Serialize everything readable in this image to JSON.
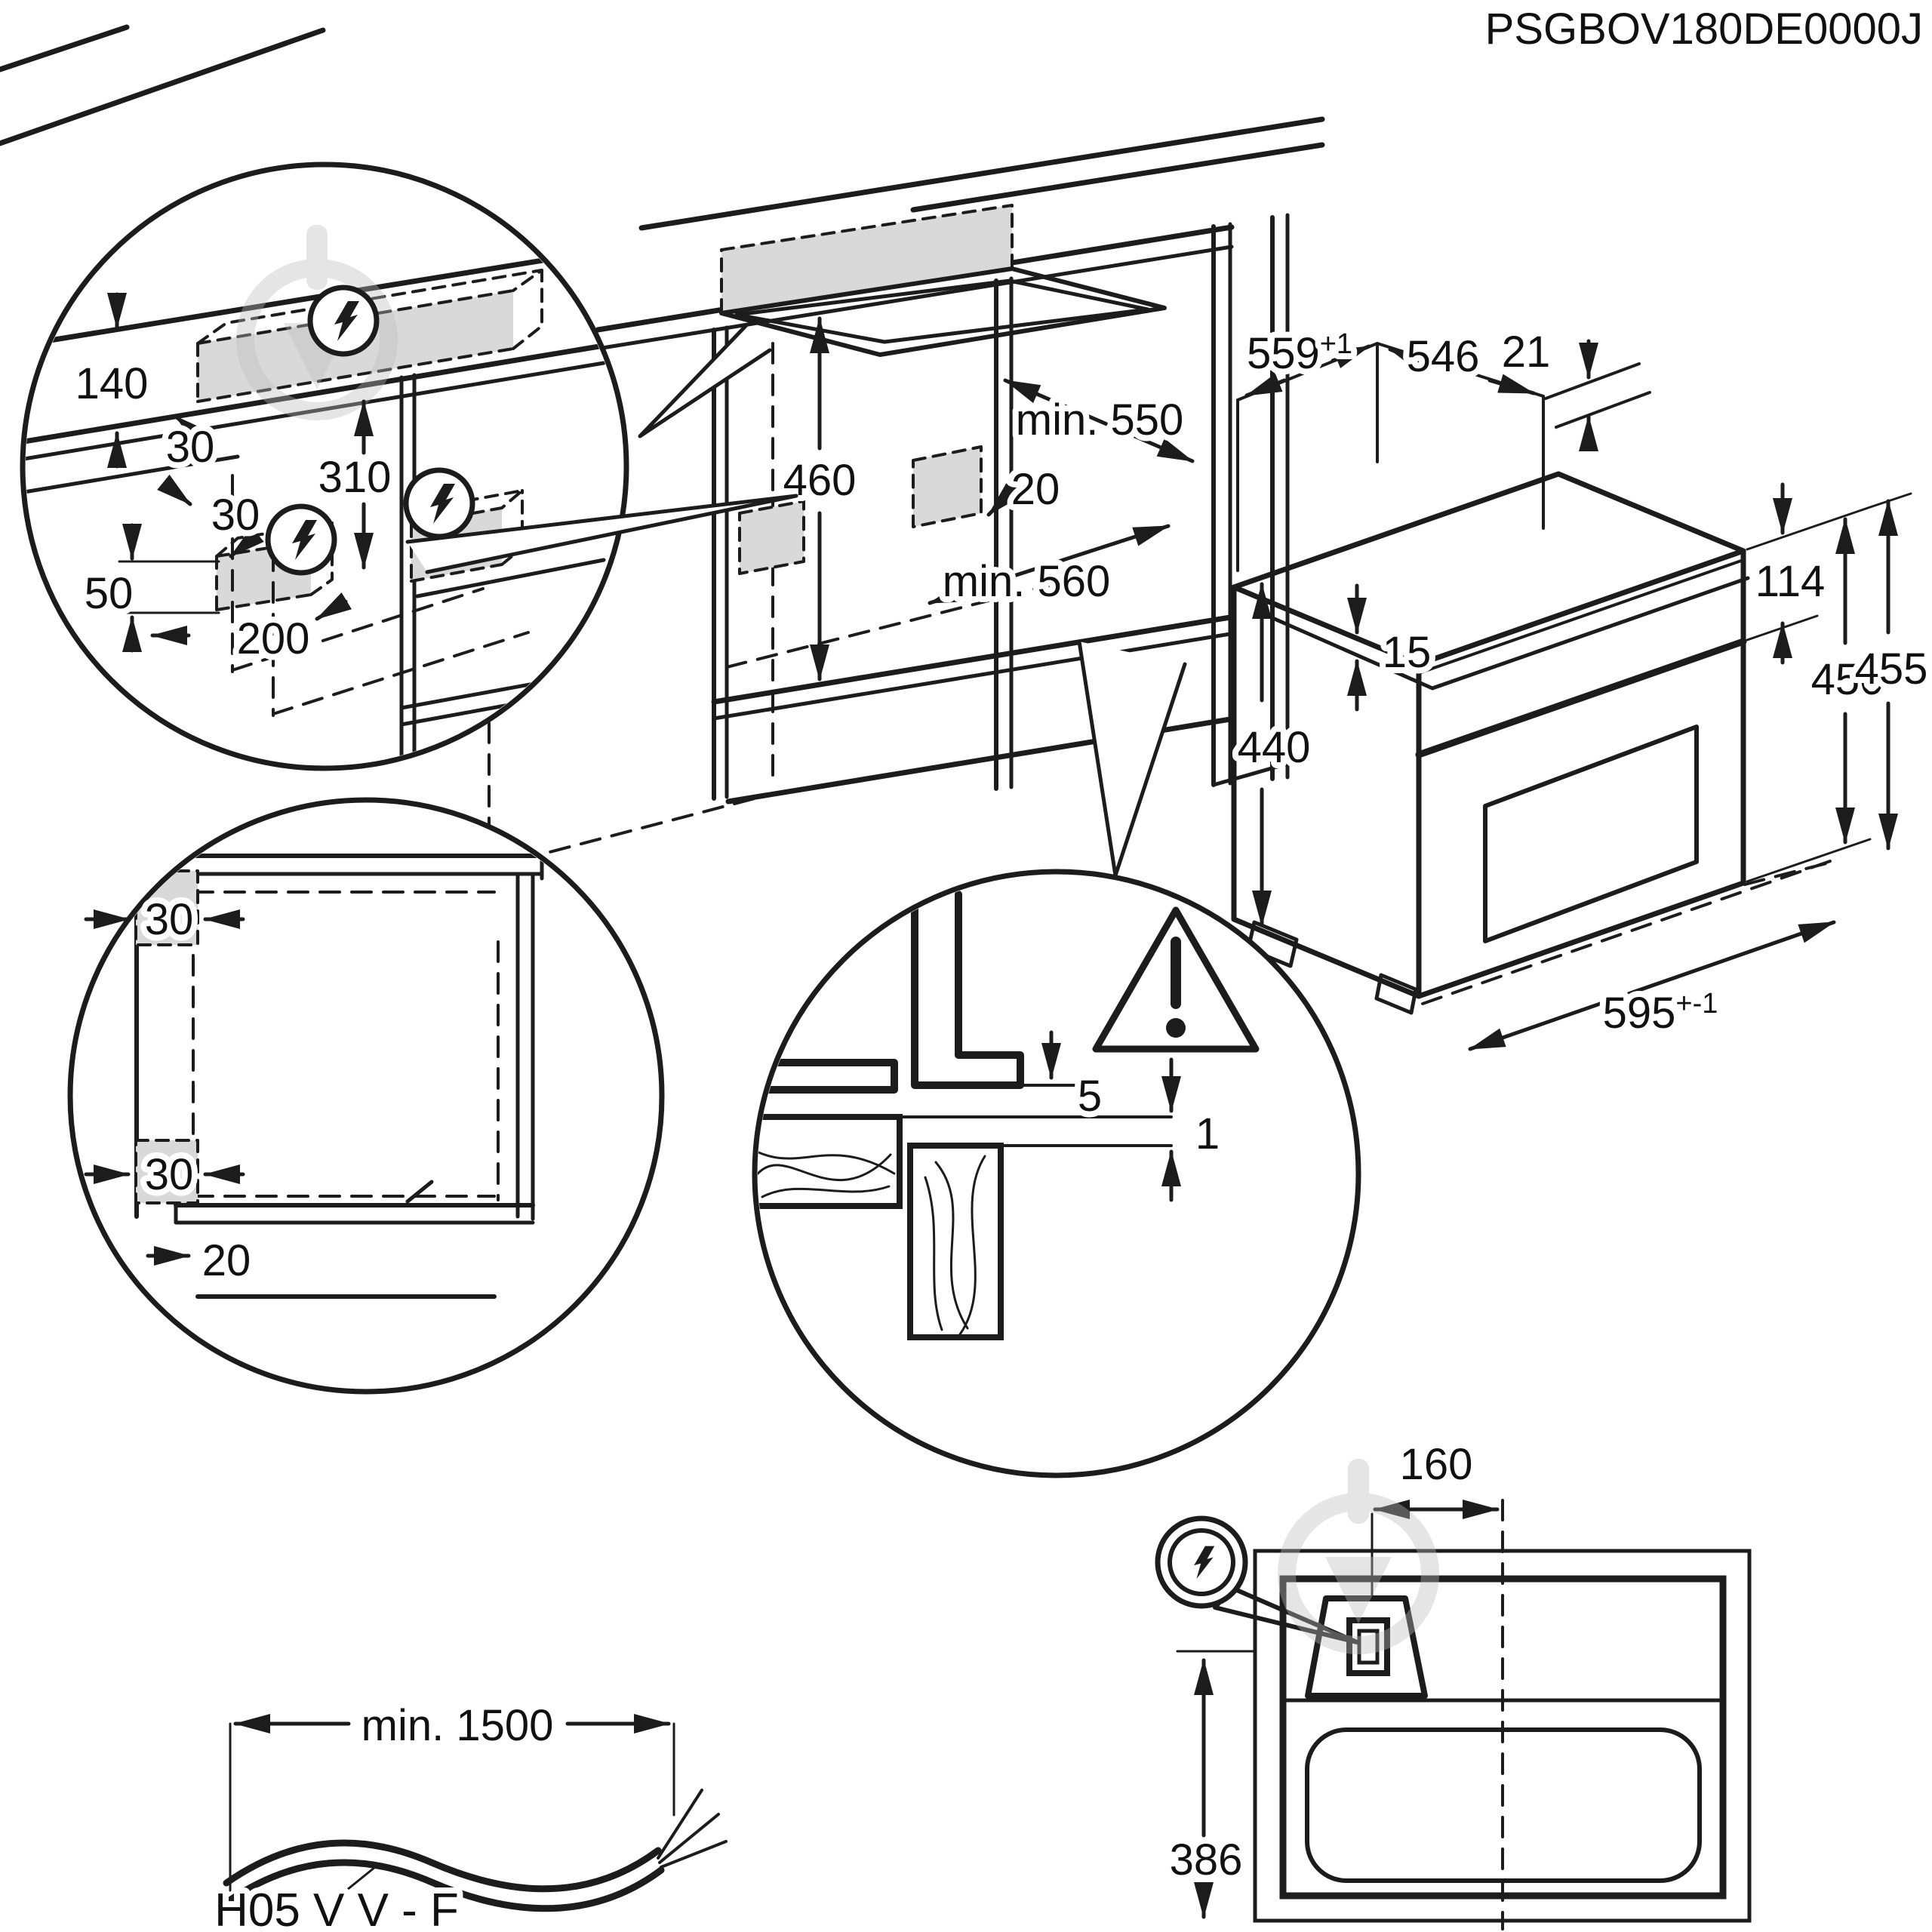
{
  "title": "PSGBOV180DE0000J",
  "colors": {
    "line": "#1c1c1c",
    "shade": "#d9d9d9",
    "watermark": "#bdbdbd"
  },
  "icons": {
    "electric": "lightning-bolt-circle",
    "warning": "exclamation-triangle",
    "watermark": "power-symbol"
  },
  "detail_top_left": {
    "dims": {
      "top_gap": "140",
      "side_offset_a": "30",
      "height": "310",
      "side_offset_b": "30",
      "box_height": "50",
      "box_width": "200"
    }
  },
  "main_scene": {
    "dims": {
      "niche_height": "460",
      "counter_depth": "min. 550",
      "strip_offset": "20",
      "niche_depth": "min. 560"
    }
  },
  "oven": {
    "dims": {
      "niche_width": "559",
      "niche_width_tol": "+1",
      "body_width": "546",
      "rear_gap": "21",
      "top_inset": "15",
      "body_height": "440",
      "panel_height": "114",
      "front_height": "450",
      "niche_front_height": "455",
      "overall_width": "595",
      "overall_width_tol": "+-1"
    }
  },
  "corner_detail": {
    "dims": {
      "top_clearance": "30",
      "bottom_clearance": "30",
      "front_recess": "20"
    }
  },
  "joint_detail": {
    "dims": {
      "flange_gap": "5",
      "panel_gap": "1"
    }
  },
  "top_view": {
    "dims": {
      "connection_offset": "160",
      "depth": "386"
    }
  },
  "cable": {
    "dims": {
      "min_length": "min. 1500"
    },
    "type_label": "H05 V V - F"
  }
}
